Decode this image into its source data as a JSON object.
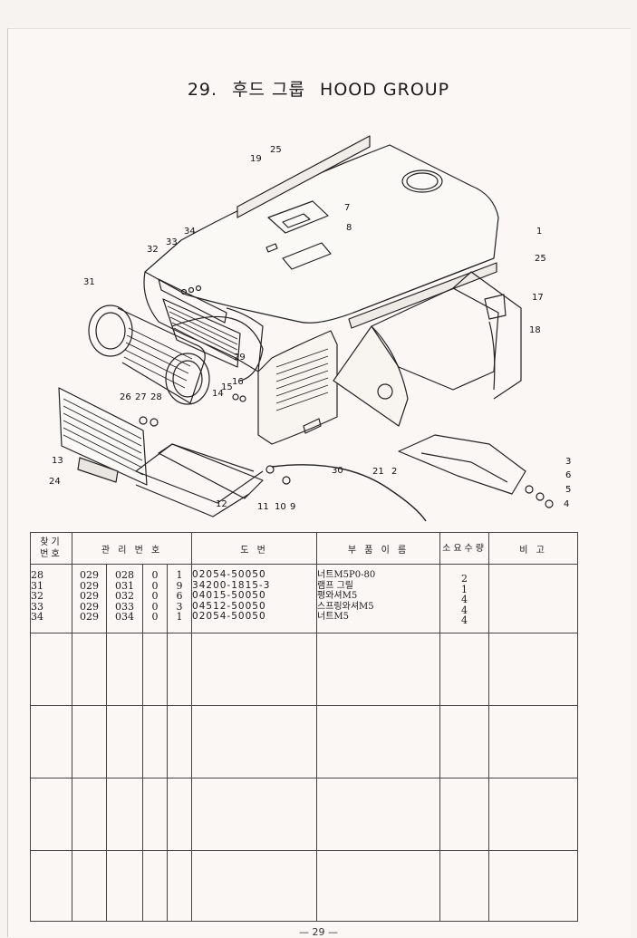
{
  "page": {
    "section_number": "29.",
    "title_korean": "후드 그룹",
    "title_english": "HOOD GROUP",
    "page_number": "— 29 —"
  },
  "diagram": {
    "callouts": [
      "25",
      "19",
      "7",
      "8",
      "1",
      "25",
      "34",
      "33",
      "32",
      "31",
      "17",
      "18",
      "29",
      "16",
      "15",
      "14",
      "26",
      "27",
      "28",
      "13",
      "24",
      "12",
      "11",
      "10",
      "9",
      "30",
      "21",
      "2",
      "3",
      "6",
      "5",
      "4"
    ]
  },
  "table": {
    "headers": {
      "item_no": "찾기\n번호",
      "control_no": "관 리 번 호",
      "drawing_no": "도     번",
      "part_name": "부 품 이 름",
      "qty": "소요수량",
      "remarks": "비   고"
    },
    "rows": [
      {
        "item": "28",
        "c1": "029",
        "c2": "028",
        "c3": "0",
        "c4": "1",
        "drawing": "02054-50050",
        "name": "너트M5P0-80",
        "qty": "2",
        "remarks": ""
      },
      {
        "item": "31",
        "c1": "029",
        "c2": "031",
        "c3": "0",
        "c4": "9",
        "drawing": "34200-1815-3",
        "name": "램프 그릴",
        "qty": "1",
        "remarks": ""
      },
      {
        "item": "32",
        "c1": "029",
        "c2": "032",
        "c3": "0",
        "c4": "6",
        "drawing": "04015-50050",
        "name": "평와셔M5",
        "qty": "4",
        "remarks": ""
      },
      {
        "item": "33",
        "c1": "029",
        "c2": "033",
        "c3": "0",
        "c4": "3",
        "drawing": "04512-50050",
        "name": "스프링와셔M5",
        "qty": "4",
        "remarks": ""
      },
      {
        "item": "34",
        "c1": "029",
        "c2": "034",
        "c3": "0",
        "c4": "1",
        "drawing": "02054-50050",
        "name": "너트M5",
        "qty": "4",
        "remarks": ""
      }
    ]
  }
}
